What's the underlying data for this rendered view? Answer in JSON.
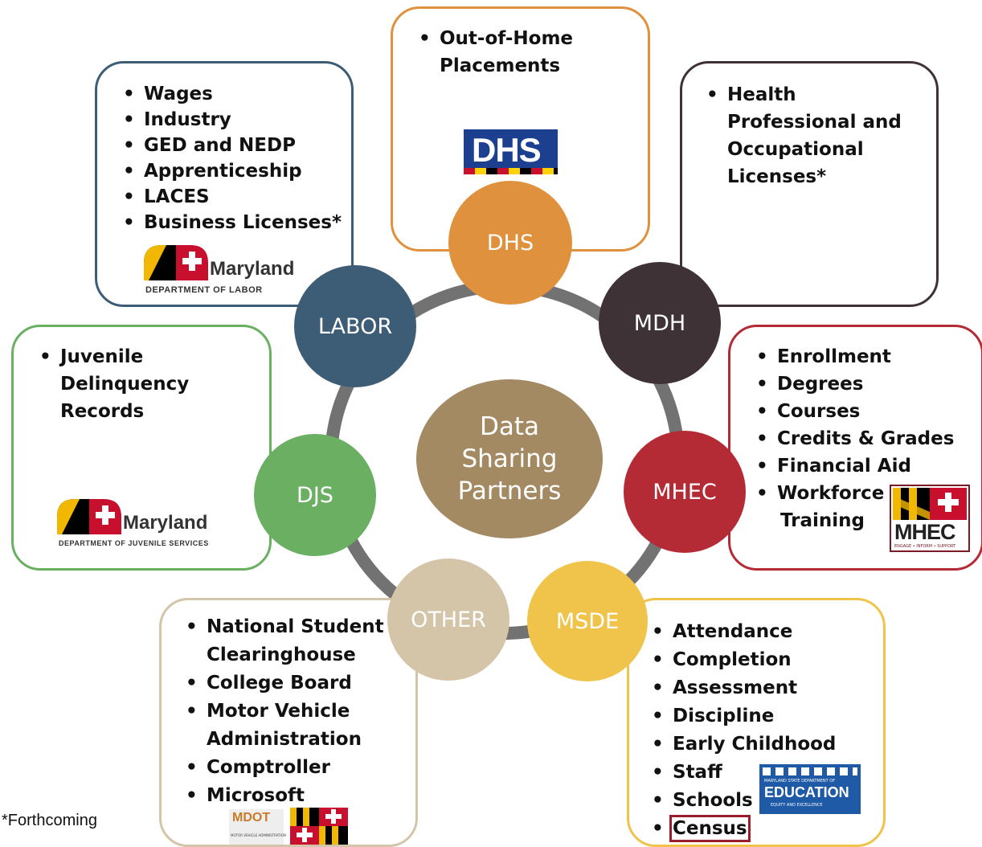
{
  "center": {
    "line1": "Data",
    "line2": "Sharing",
    "line3": "Partners"
  },
  "nodes": {
    "dhs": "DHS",
    "mdh": "MDH",
    "mhec": "MHEC",
    "msde": "MSDE",
    "other": "OTHER",
    "djs": "DJS",
    "labor": "LABOR"
  },
  "boxes": {
    "dhs": {
      "items": [
        "Out-of-Home",
        "Placements"
      ],
      "logo_text": "DHS"
    },
    "mdh": {
      "items": [
        "Health",
        "Professional and",
        "Occupational",
        "Licenses*"
      ]
    },
    "labor": {
      "items": [
        "Wages",
        "Industry",
        "GED and NEDP",
        "Apprenticeship",
        "LACES",
        "Business Licenses*"
      ],
      "logo_word": "Maryland",
      "logo_dept": "DEPARTMENT OF LABOR"
    },
    "djs": {
      "items": [
        "Juvenile",
        "Delinquency",
        "Records"
      ],
      "logo_word": "Maryland",
      "logo_dept": "DEPARTMENT OF JUVENILE SERVICES"
    },
    "mhec": {
      "items": [
        "Enrollment",
        "Degrees",
        "Courses",
        "Credits & Grades",
        "Financial Aid",
        "Workforce",
        "Training"
      ],
      "logo_text": "MHEC",
      "logo_sub": "ENGAGE • INFORM • SUPPORT"
    },
    "other": {
      "items": [
        "National Student",
        "Clearinghouse",
        "College Board",
        "Motor Vehicle",
        "Administration",
        "Comptroller",
        "Microsoft"
      ],
      "logo_text": "MDOT",
      "logo_sub": "MOTOR VEHICLE ADMINISTRATION"
    },
    "msde": {
      "items": [
        "Attendance",
        "Completion",
        "Assessment",
        "Discipline",
        "Early Childhood",
        "Staff",
        "Schools",
        "Census"
      ],
      "logo_top": "MARYLAND STATE DEPARTMENT OF",
      "logo_text": "EDUCATION",
      "logo_sub": "EQUITY AND EXCELLENCE"
    }
  },
  "footnote": "*Forthcoming",
  "colors": {
    "dhs": "#E0913E",
    "mdh": "#3E3237",
    "mhec": "#B42B35",
    "msde": "#F0C44A",
    "other": "#D4C4A8",
    "djs": "#6AAF62",
    "labor": "#3D5C75",
    "center": "#A38A63",
    "ring": "#727272"
  }
}
